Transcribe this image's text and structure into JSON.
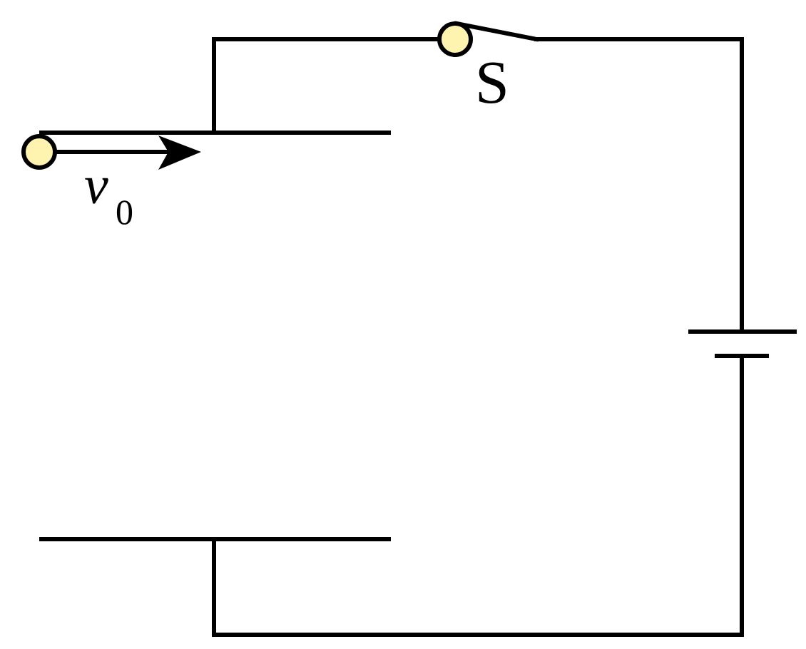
{
  "switch": {
    "label": "S"
  },
  "particle": {
    "velocity_symbol": "v",
    "velocity_subscript": "0"
  },
  "colors": {
    "line": "#000000",
    "node_fill": "#fff3b0",
    "background": "#ffffff"
  }
}
